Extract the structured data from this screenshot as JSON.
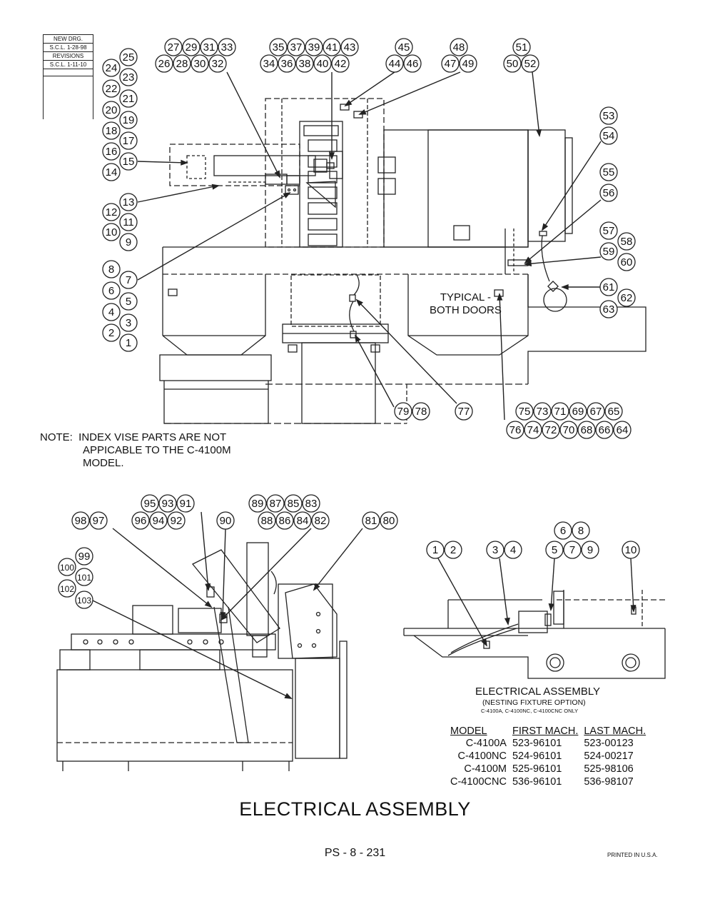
{
  "revision_block": {
    "new_drg": "NEW DRG.",
    "new_drg_date": "S.C.L. 1-28-98",
    "revisions": "REVISIONS",
    "revision_date": "S.C.L. 1-11-10"
  },
  "note": {
    "line1": "NOTE:  INDEX VISE PARTS ARE NOT",
    "line2": "APPICABLE TO THE C-4100M",
    "line3": "MODEL."
  },
  "typical_label": {
    "line1": "TYPICAL -",
    "line2": "BOTH DOORS"
  },
  "sub_assembly": {
    "title": "ELECTRICAL ASSEMBLY",
    "subtitle": "(NESTING FIXTURE OPTION)",
    "models_note": "C-4100A, C-4100NC, C-4100CNC ONLY"
  },
  "model_table": {
    "headers": [
      "MODEL",
      "FIRST MACH.",
      "LAST MACH."
    ],
    "rows": [
      [
        "C-4100A",
        "523-96101",
        "523-00123"
      ],
      [
        "C-4100NC",
        "524-96101",
        "524-00217"
      ],
      [
        "C-4100M",
        "525-96101",
        "525-98106"
      ],
      [
        "C-4100CNC",
        "536-96101",
        "536-98107"
      ]
    ]
  },
  "title": "ELECTRICAL ASSEMBLY",
  "page_number": "PS - 8 - 231",
  "printed": "PRINTED IN U.S.A.",
  "callouts": {
    "top_view": [
      "1",
      "2",
      "3",
      "4",
      "5",
      "6",
      "7",
      "8",
      "9",
      "10",
      "11",
      "12",
      "13",
      "14",
      "15",
      "16",
      "17",
      "18",
      "19",
      "20",
      "21",
      "22",
      "23",
      "24",
      "25",
      "26",
      "27",
      "28",
      "29",
      "30",
      "31",
      "32",
      "33",
      "34",
      "35",
      "36",
      "37",
      "38",
      "39",
      "40",
      "41",
      "42",
      "43",
      "44",
      "45",
      "46",
      "47",
      "48",
      "49",
      "50",
      "51",
      "52",
      "53",
      "54",
      "55",
      "56",
      "57",
      "58",
      "59",
      "60",
      "61",
      "62",
      "63",
      "64",
      "65",
      "66",
      "67",
      "68",
      "69",
      "70",
      "71",
      "72",
      "73",
      "74",
      "75",
      "76",
      "77",
      "78",
      "79"
    ],
    "side_view": [
      "80",
      "81",
      "82",
      "83",
      "84",
      "85",
      "86",
      "87",
      "88",
      "89",
      "90",
      "91",
      "92",
      "93",
      "94",
      "95",
      "96",
      "97",
      "98",
      "99",
      "100",
      "101",
      "102",
      "103"
    ],
    "nesting_view": [
      "1",
      "2",
      "3",
      "4",
      "5",
      "6",
      "7",
      "8",
      "9",
      "10"
    ]
  }
}
